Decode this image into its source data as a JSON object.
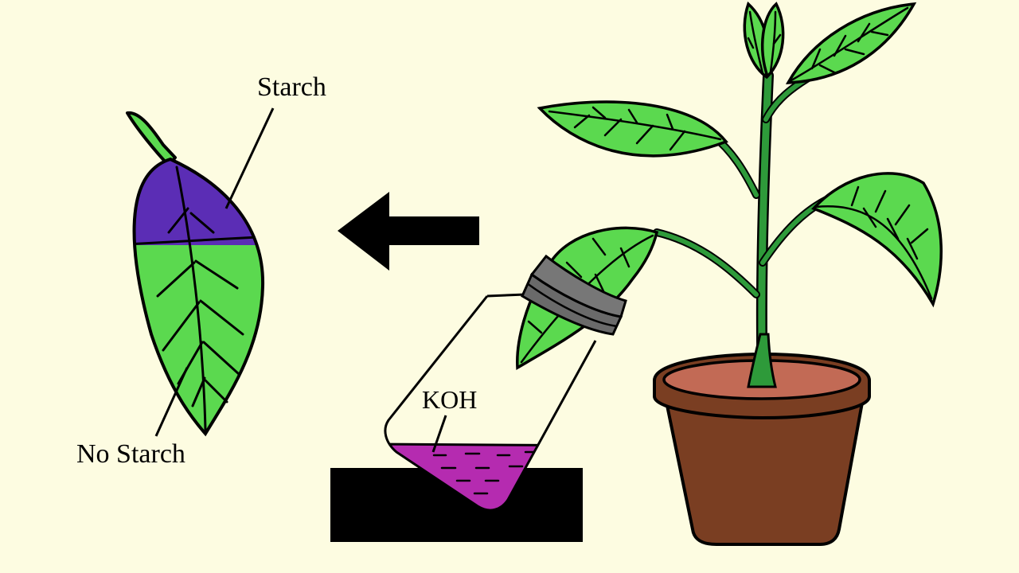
{
  "labels": {
    "starch": "Starch",
    "no_starch": "No Starch",
    "koh": "KOH"
  },
  "colors": {
    "background": "#FDFCE1",
    "leaf_green": "#5BD94F",
    "starch_purple": "#5B2DB5",
    "koh_solution": "#B52BB0",
    "pot_brown": "#7A3E22",
    "soil": "#C26A55",
    "stand_black": "#000000",
    "rubber_band": "#6A6A6A"
  }
}
